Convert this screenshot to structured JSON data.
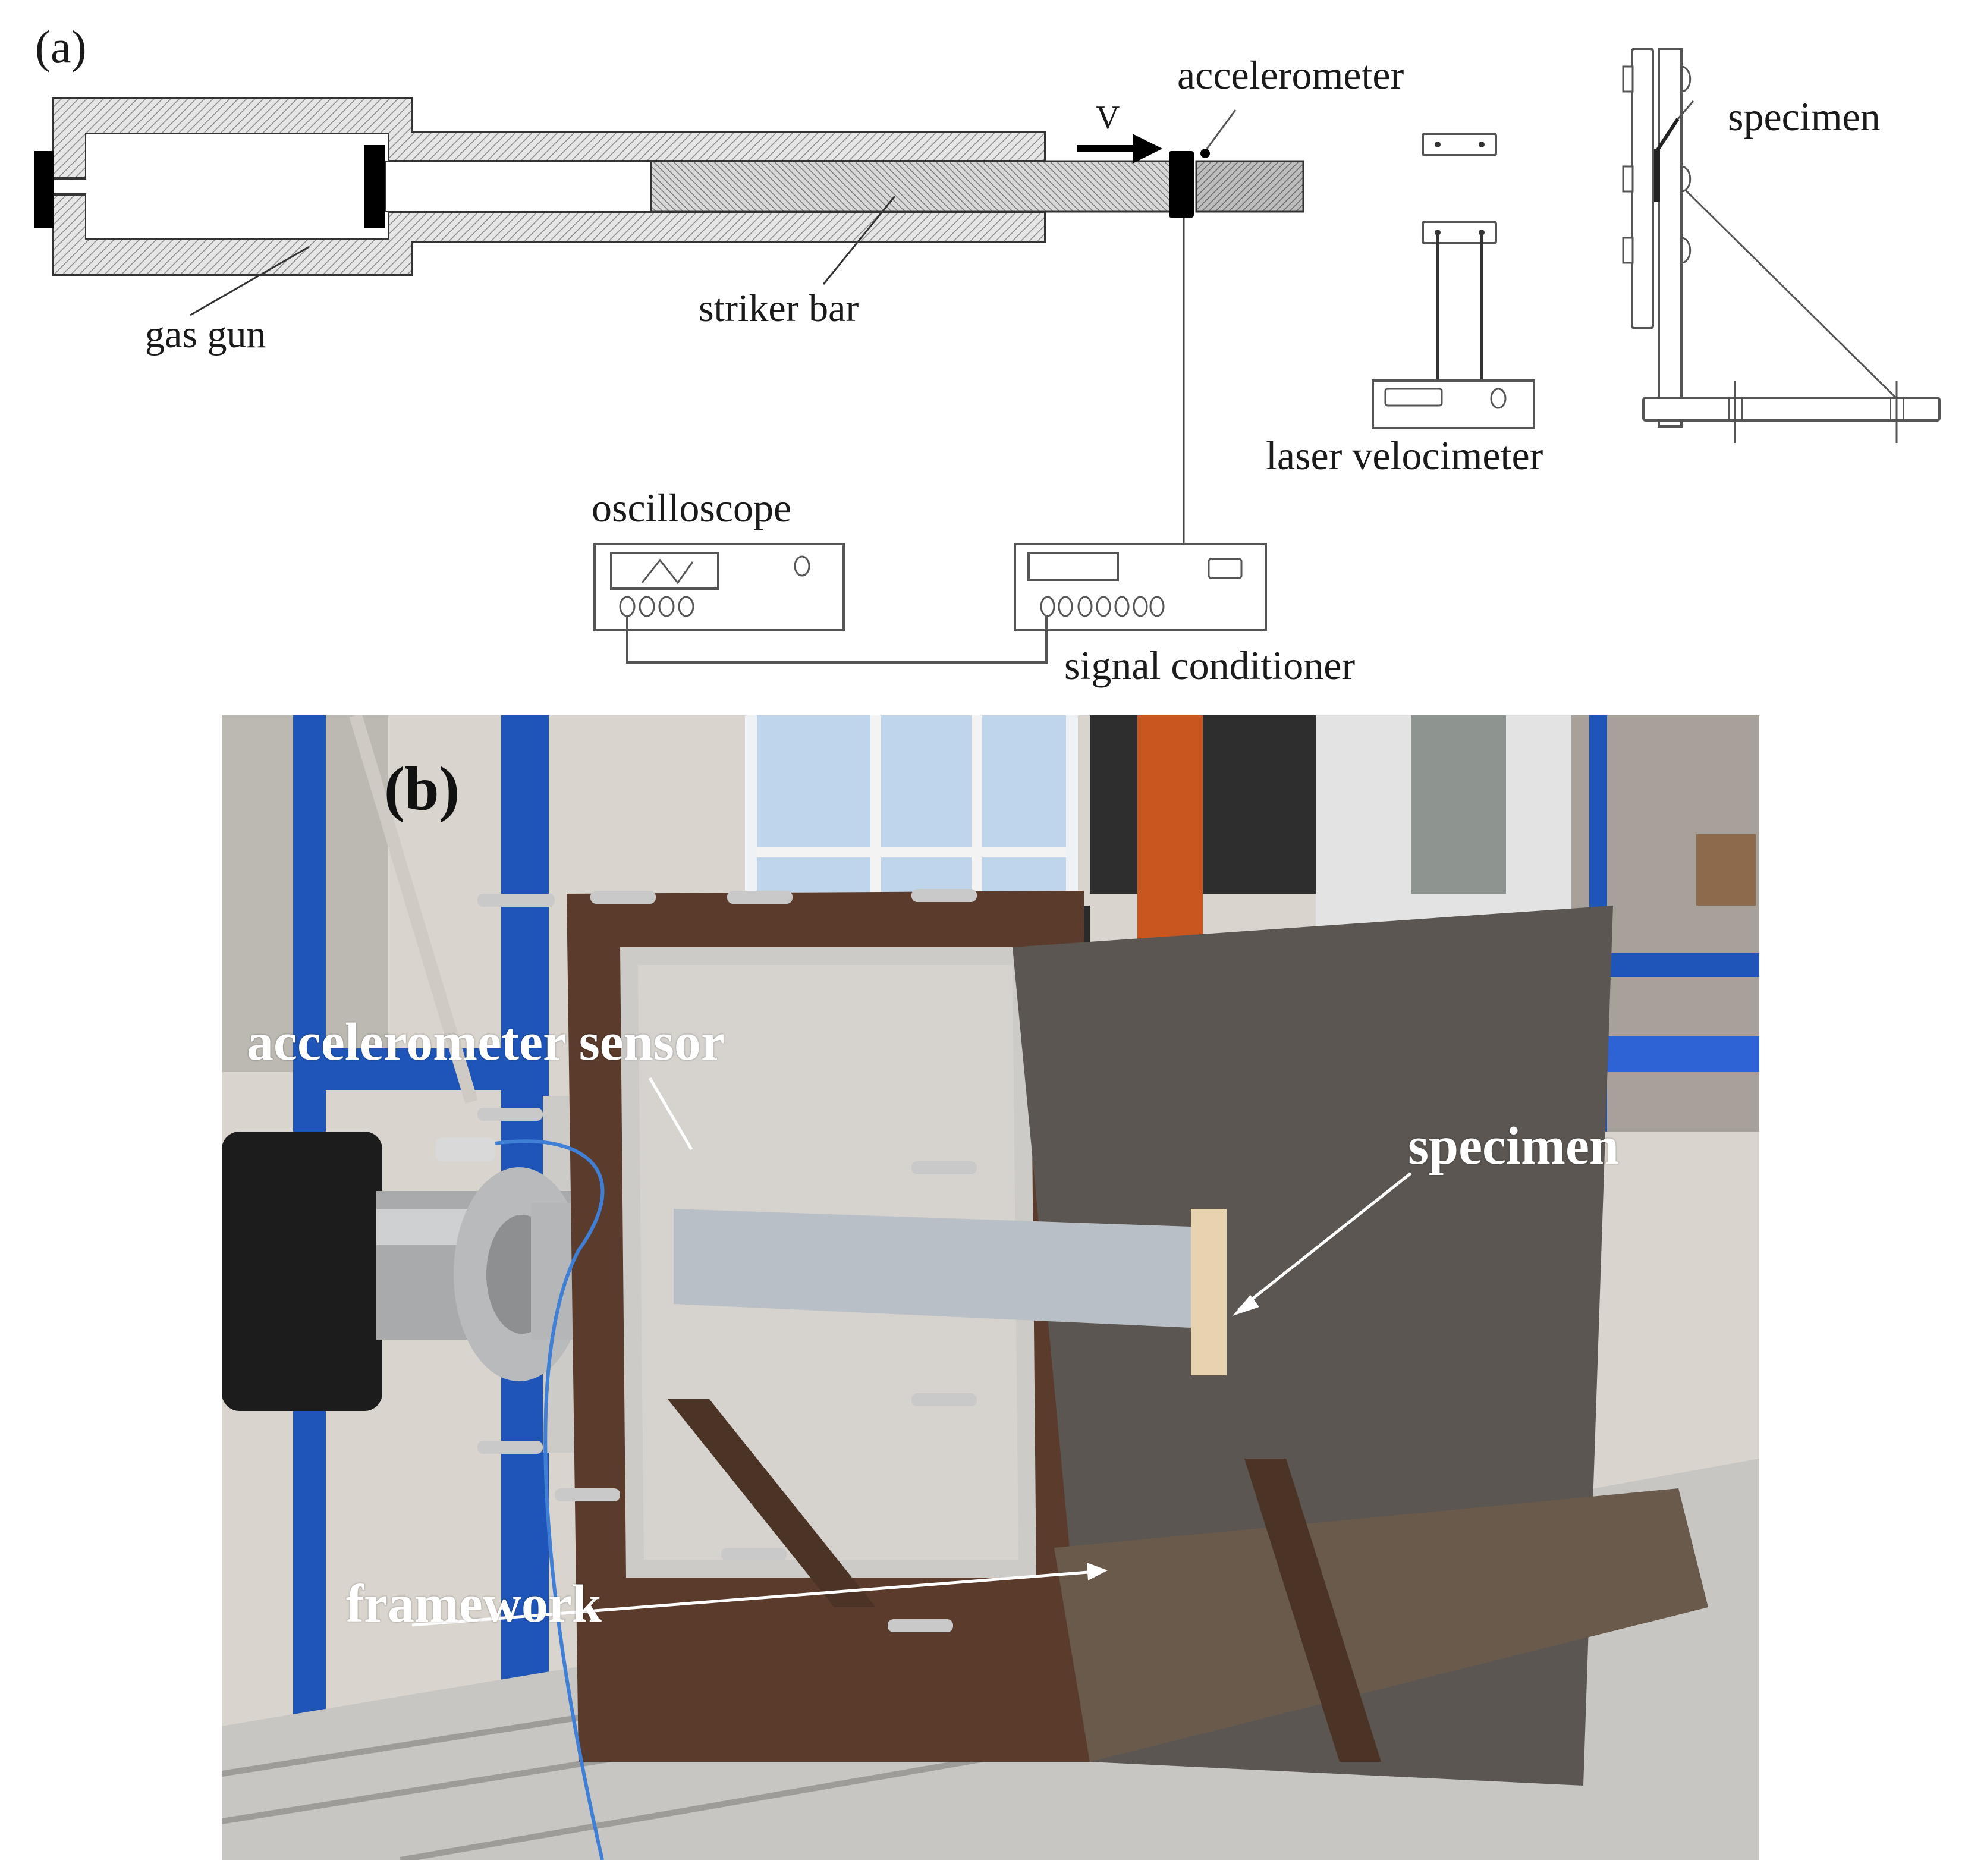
{
  "panel_a": {
    "label": "(a)",
    "labels": {
      "gas_gun": "gas gun",
      "striker_bar": "striker bar",
      "velocity": "V",
      "accelerometer": "accelerometer",
      "laser_velocimeter": "laser velocimeter",
      "specimen": "specimen",
      "oscilloscope": "oscilloscope",
      "signal_conditioner": "signal conditioner"
    }
  },
  "panel_b": {
    "label": "(b)",
    "labels": {
      "accelerometer_sensor": "accelerometer sensor",
      "specimen": "specimen",
      "framework": "framework"
    }
  },
  "colors": {
    "hatch_fill": "#d0d0d0",
    "outline": "#333333",
    "rack_blue": "#1f55b8",
    "rust": "#5a3b2c",
    "cable_blue": "#3f7fd6",
    "tape_yellow": "#e8b81a",
    "orange_pipe": "#c9561f"
  }
}
